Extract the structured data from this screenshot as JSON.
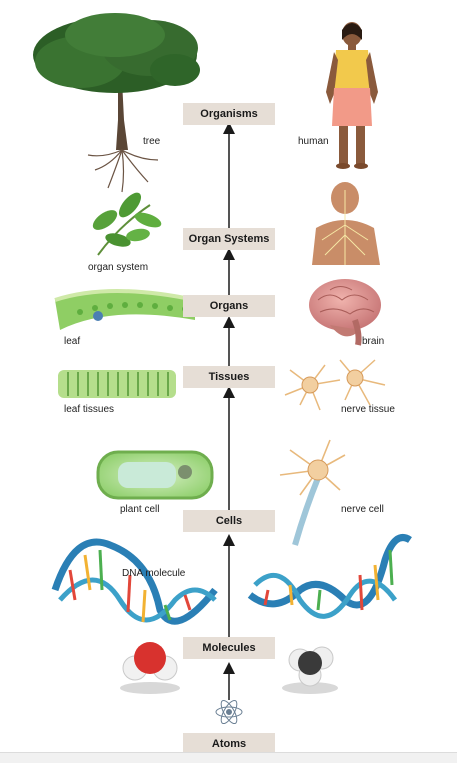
{
  "levels": {
    "organisms": "Organisms",
    "organ_systems": "Organ Systems",
    "organs": "Organs",
    "tissues": "Tissues",
    "cells": "Cells",
    "molecules": "Molecules",
    "atoms": "Atoms"
  },
  "labels": {
    "tree": "tree",
    "human": "human",
    "organ_system": "organ system",
    "leaf": "leaf",
    "brain": "brain",
    "leaf_tissues": "leaf tissues",
    "nerve_tissue": "nerve tissue",
    "plant_cell": "plant cell",
    "nerve_cell": "nerve cell",
    "dna_molecule": "DNA molecule"
  },
  "colors": {
    "level_box": "#e6ded6",
    "arrow": "#1a1a1a",
    "foliage": "#2f6b2a",
    "leaf_green": "#6cbf4a",
    "skin": "#b97a55",
    "shirt": "#f2c94c",
    "skirt": "#f29a88",
    "brain": "#d98c8c",
    "nerve": "#f2cfa0",
    "plant_cell": "#a8d88a",
    "dna_strand": "#2a7fb5"
  },
  "icons": [
    "tree-icon",
    "human-icon",
    "organ-system-icon",
    "leaf-icon",
    "brain-icon",
    "leaf-tissues-icon",
    "nerve-tissue-icon",
    "plant-cell-icon",
    "nerve-cell-icon",
    "dna-icon",
    "water-molecule-icon",
    "methane-molecule-icon",
    "atom-icon"
  ]
}
